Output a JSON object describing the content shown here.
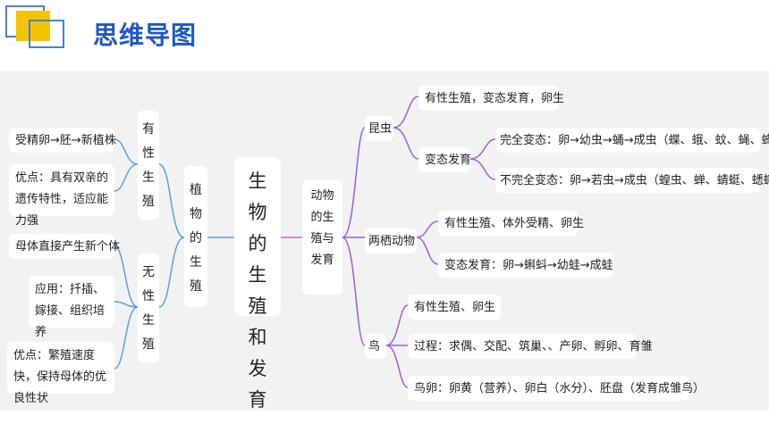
{
  "header": {
    "title": "思维导图"
  },
  "colors": {
    "accent": "#1f56c8",
    "logo_yellow": "#f5c400",
    "line_blue": "#5aa0e0",
    "line_pink": "#d860c8",
    "line_purple": "#9a60d8"
  },
  "mindmap": {
    "root": "生物的生殖和发育",
    "plant": {
      "label": "植物的生殖",
      "sexual": {
        "label": "有性生殖",
        "items": [
          "受精卵→胚→新植株",
          "优点：具有双亲的遗传特性，适应能力强"
        ]
      },
      "asexual": {
        "label": "无性生殖",
        "items": [
          "母体直接产生新个体",
          "应用：扦插、嫁接、组织培养",
          "优点：繁殖速度快，保持母体的优良性状"
        ]
      }
    },
    "animal": {
      "label": "动物的生殖与发育",
      "insect": {
        "label": "昆虫",
        "repro": "有性生殖，变态发育，卵生",
        "metamorphosis": {
          "label": "变态发育",
          "complete": "完全变态：卵→幼虫→蛹→成虫（蝶、蛾、蚊、蝇、蜂）",
          "incomplete": "不完全变态：卵→若虫→成虫（蝗虫、蝉、蜻蜓、蟋蟀）"
        }
      },
      "amphibian": {
        "label": "两栖动物",
        "repro": "有性生殖、体外受精、卵生",
        "dev": "变态发育：卵→蝌蚪→幼蛙→成蛙"
      },
      "bird": {
        "label": "鸟",
        "repro": "有性生殖、卵生",
        "process": "过程：求偶、交配、筑巢、、产卵、孵卵、育雏",
        "egg": "鸟卵：卵黄（营养）、卵白（水分）、胚盘（发育成雏鸟）"
      }
    }
  }
}
